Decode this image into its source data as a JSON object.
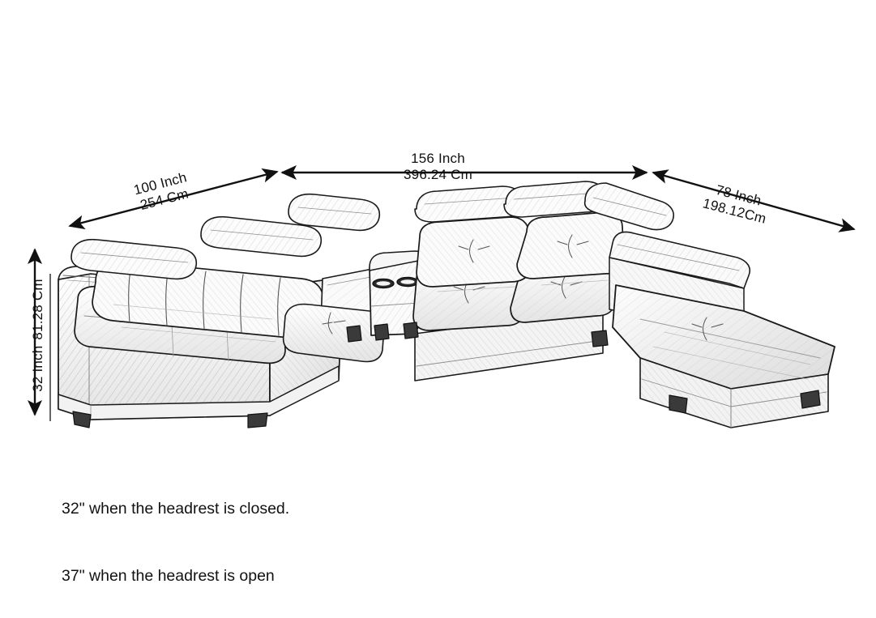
{
  "diagram": {
    "title": "Sectional Sofa Dimension Drawing",
    "subject": "u-shaped-sectional-sofa-with-headrests-console-and-chaise",
    "background_color": "#ffffff",
    "line_color": "#1a1a1a",
    "shade_color": "#8d8d8d"
  },
  "dimensions": {
    "width": {
      "name": "overall-width",
      "inch": "156 Inch",
      "cm": "396.24 Cm",
      "orientation": "horizontal",
      "arrow": "double"
    },
    "left_return": {
      "name": "left-return-depth",
      "inch": "100 Inch",
      "cm": "254 Cm",
      "orientation": "diagonal-left",
      "arrow": "double"
    },
    "right_chaise": {
      "name": "right-chaise-depth",
      "inch": "78 Inch",
      "cm": "198.12Cm",
      "orientation": "diagonal-right",
      "arrow": "double"
    },
    "height": {
      "name": "overall-height",
      "inch": "32 Inch",
      "cm": "81.28 Cm",
      "orientation": "vertical",
      "arrow": "double"
    }
  },
  "notes": {
    "line1": "32\" when the headrest is closed.",
    "line2": "37\" when the headrest is open"
  }
}
